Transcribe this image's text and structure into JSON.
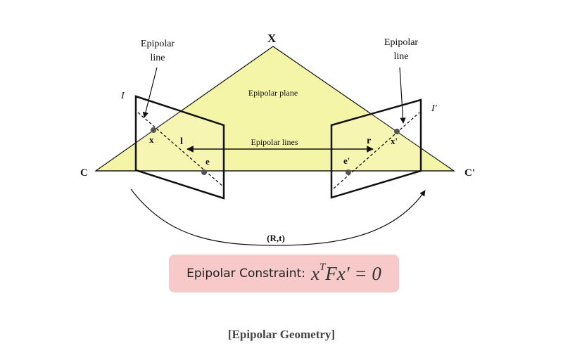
{
  "diagram": {
    "point_X": "X",
    "camera_left": "C",
    "camera_right": "C'",
    "image_left": "I",
    "image_right": "I'",
    "epipolar_line_left": [
      "Epipolar",
      "line"
    ],
    "epipolar_line_right": [
      "Epipolar",
      "line"
    ],
    "epipolar_plane": "Epipolar plane",
    "epipolar_lines": "Epipolar lines",
    "point_x": "x",
    "point_x_prime": "x'",
    "line_l": "l",
    "line_r": "r",
    "epipole_e": "e",
    "epipole_e_prime": "e'",
    "motion": "(R,t)"
  },
  "constraint": {
    "label": "Epipolar Constraint:",
    "lhs": "x",
    "superscript": "T",
    "rhs": "Fx′ = 0"
  },
  "caption": "[Epipolar Geometry]",
  "colors": {
    "plane_fill": "#f5f5a8",
    "constraint_bg": "#f7c9c9"
  }
}
